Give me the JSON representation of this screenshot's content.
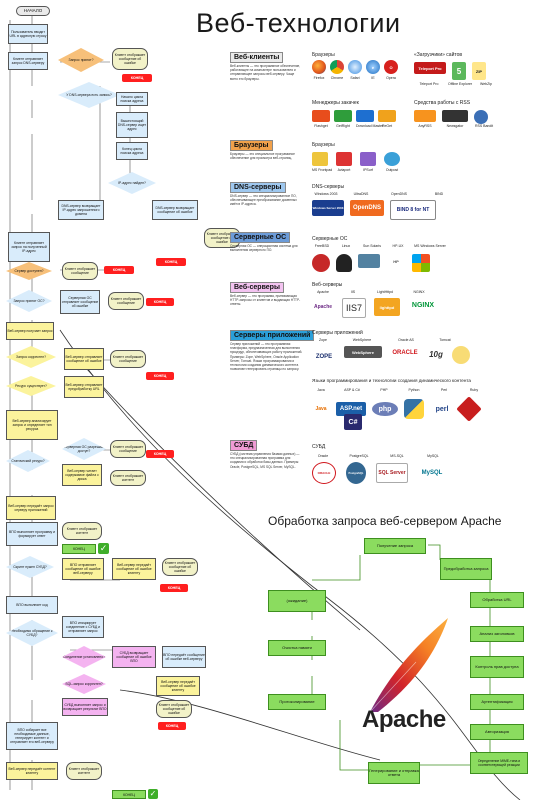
{
  "title": "Веб-технологии",
  "categories": {
    "clients": "Веб-клиенты",
    "browsers_head": "Браузеры",
    "loaders_head": "«Загрузчики» сайтов",
    "download_head": "Менеджеры закачек",
    "rss_head": "Средства работы с RSS",
    "browser_ext": "Браузеры",
    "dns": "DNS-серверы",
    "dns_head": "DNS-серверы",
    "os": "Серверные ОС",
    "os_head": "Серверные ОС",
    "webservers": "Веб-серверы",
    "ws_head": "Веб-серверы",
    "appservers": "Серверы приложений",
    "as_head": "Серверы приложений",
    "langs_head": "Языки программирования и технологии создания динамического контента",
    "dbms": "СУБД",
    "dbms_head": "СУБД"
  },
  "browsers": [
    "Firefox",
    "Chrome",
    "Safari",
    "IE",
    "Opera"
  ],
  "loaders": [
    "Teleport Pro",
    "Offline Explorer",
    "WebZip"
  ],
  "download_managers": [
    "Flashget",
    "GetRight",
    "Download Master",
    "ReGet"
  ],
  "rss_tools": [
    "AnyRSS",
    "Newsgator",
    "RSS Bandit"
  ],
  "browsers2": [
    "MS Frontpad",
    "Aviaport",
    "IPSurf",
    "Outpost"
  ],
  "dns_servers": [
    "Windows 2003",
    "UltraDNS",
    "OpenDNS",
    "BIND"
  ],
  "dns_logos": [
    "Windows Server 2003",
    "OpenDNS",
    "BIND 8 for NT"
  ],
  "os_list": [
    "FreeBSD",
    "Linux",
    "Sun Solaris",
    "HP-UX",
    "MS Windows Server"
  ],
  "ws_list": [
    "Apache",
    "IIS",
    "LightHttpd",
    "NGINX"
  ],
  "ws_logos": [
    "Apache",
    "IIS7",
    "lighttpd",
    "NGINX"
  ],
  "as_list": [
    "Zope",
    "WebSphere",
    "Oracle AS",
    "Tomcat"
  ],
  "as_logos": [
    "ZOPE",
    "WebSphere",
    "ORACLE",
    "10g"
  ],
  "langs": [
    "Java",
    "ASP & C#",
    "PHP",
    "Python",
    "Perl",
    "Ruby"
  ],
  "lang_logos": [
    "Java",
    "ASP.net",
    "C#",
    "php",
    "perl"
  ],
  "dbms_list": [
    "Oracle",
    "PostgreSQL",
    "MS-SQL",
    "MySQL"
  ],
  "dbms_logos": [
    "ORACLE",
    "PostgreSQL",
    "SQL Server",
    "MySQL"
  ],
  "flow": {
    "start": "НАЧАЛО",
    "end": "КОНЕЦ",
    "stop": "КОНЕЦ",
    "yes": "Да",
    "no": "Нет"
  },
  "apache": {
    "title": "Обработка запроса веб-сервером Apache",
    "logo": "Apache",
    "nodes": [
      "Получение запроса",
      "Предобработка запроса",
      "Обработка URL",
      "Анализ заголовков",
      "Контроль прав доступа",
      "Аутентификация",
      "Авторизация",
      "Определение MIME-типа и соответствующей реакции",
      "Генерирование и отправка ответа",
      "Протоколирование",
      "Очистка памяти",
      "(ожидание)"
    ]
  }
}
